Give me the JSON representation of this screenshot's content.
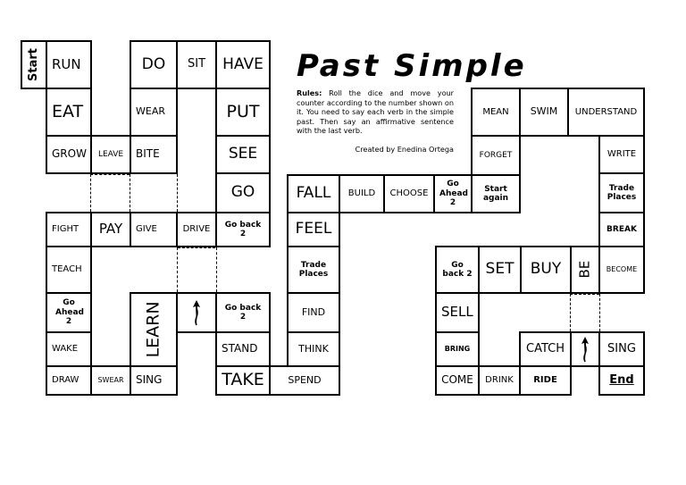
{
  "title": "Past Simple",
  "rules_label": "Rules:",
  "rules_text": "Roll the dice and move your counter according to the number shown on it. You need to say each verb in the simple past. Then say an affirmative sentence with the last verb.",
  "credit": "Created by Enedina Ortega",
  "icons": {
    "arrow": "up-arrow-icon"
  },
  "squares": {
    "start": "Start",
    "run": "RUN",
    "eat": "EAT",
    "grow": "GROW",
    "fight": "FIGHT",
    "teach": "TEACH",
    "go_ahead_left": "Go Ahead 2",
    "wake": "WAKE",
    "draw": "DRAW",
    "swear": "SWEAR",
    "leave": "LEAVE",
    "pay": "PAY",
    "sing_left": "SING",
    "learn": "LEARN",
    "give": "GIVE",
    "bite": "BITE",
    "wear": "WEAR",
    "do": "DO",
    "sit": "SIT",
    "have": "HAVE",
    "put": "PUT",
    "see": "SEE",
    "go": "GO",
    "go_back_top": "Go back 2",
    "go_back_mid": "Go back 2",
    "stand": "STAND",
    "take": "TAKE",
    "drive": "DRIVE",
    "spend": "SPEND",
    "think": "THINK",
    "find": "FIND",
    "trade_places_left": "Trade Places",
    "feel": "FEEL",
    "fall": "FALL",
    "build": "BUILD",
    "choose": "CHOOSE",
    "go_ahead_right": "Go Ahead 2",
    "start_again": "Start again",
    "forget": "FORGET",
    "mean": "MEAN",
    "swim": "SWIM",
    "understand": "UNDERSTAND",
    "write": "WRITE",
    "trade_places_right": "Trade Places",
    "break": "BREAK",
    "become": "BECOME",
    "be": "BE",
    "buy": "BUY",
    "set": "SET",
    "go_back_right": "Go back 2",
    "sell": "SELL",
    "bring": "BRING",
    "come": "COME",
    "drink": "DRINK",
    "ride": "RIDE",
    "catch": "CATCH",
    "sing_right": "SING",
    "end": "End"
  }
}
